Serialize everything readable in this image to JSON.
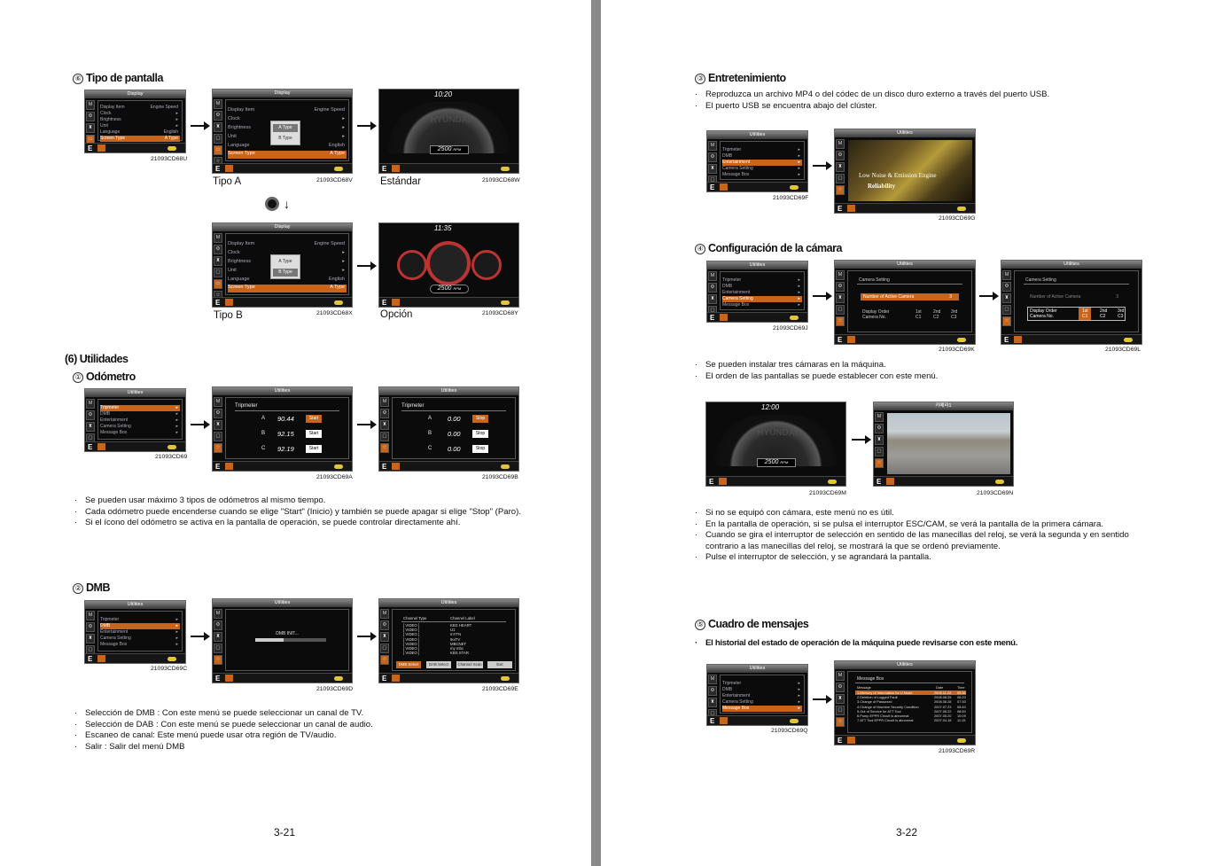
{
  "left_page": {
    "sec_tipo": {
      "num": "⑥",
      "title": "Tipo de pantalla"
    },
    "display_menu": {
      "title": "Display",
      "items": [
        "Display Item",
        "Clock",
        "Brightness",
        "Unit",
        "Language",
        "Screen Type"
      ],
      "values": [
        "Engine Speed",
        "",
        "",
        "",
        "English",
        "A Type"
      ],
      "popup": [
        "A Type",
        "B Type"
      ]
    },
    "codes_tipo": [
      "21093CD68U",
      "21093CD68V",
      "21093CD68W",
      "21093CD68X",
      "21093CD68Y"
    ],
    "captions_tipo": [
      "Tipo A",
      "Estándar",
      "Tipo B",
      "Opción"
    ],
    "clock_a": "10:20",
    "clock_b": "11:35",
    "rpm_value": "2500",
    "rpm_unit": "RPM",
    "sec_util": "(6) Utilidades",
    "sec_odo": {
      "num": "①",
      "title": "Odómetro"
    },
    "utilities_title": "Utilities",
    "util_items": [
      "Tripmeter",
      "DMB",
      "Entertainment",
      "Camera Setting",
      "Message Box"
    ],
    "tripmeter": {
      "label": "Tripmeter",
      "rows": [
        {
          "name": "A",
          "v1": "90.44",
          "v2": "0.00"
        },
        {
          "name": "B",
          "v1": "92.15",
          "v2": "0.00"
        },
        {
          "name": "C",
          "v1": "92.19",
          "v2": "0.00"
        }
      ],
      "start": "Start",
      "stop": "Stop"
    },
    "codes_odo": [
      "21093CD69",
      "21093CD69A",
      "21093CD69B"
    ],
    "bullets_odo": [
      "Se pueden usar máximo 3 tipos de odómetros al mismo tiempo.",
      "Cada odómetro puede encenderse cuando se elige \"Start\" (Inicio) y también se puede apagar si elige \"Stop\" (Paro).",
      "Si el ícono del odómetro se activa en la pantalla de operación, se puede controlar directamente ahí."
    ],
    "sec_dmb": {
      "num": "②",
      "title": "DMB"
    },
    "dmb_init": "DMB INIT...",
    "channel": {
      "header": [
        "Channel Type",
        "Channel Label"
      ],
      "types": [
        "[ VIDEO ]",
        "[ VIDEO ]",
        "[ VIDEO ]",
        "[ VIDEO ]",
        "[ VIDEO ]",
        "[ VIDEO ]",
        "[ VIDEO ]"
      ],
      "labels": [
        "KBS HEART",
        "U1",
        "mYTN",
        "9oiTV",
        "MBCNET",
        "my mbc",
        "KBS STAR"
      ],
      "buttons": [
        "DMB Select",
        "DAB Select",
        "Channel Scan",
        "Exit"
      ]
    },
    "codes_dmb": [
      "21093CD69C",
      "21093CD69D",
      "21093CD69E"
    ],
    "bullets_dmb": [
      "Selección de DMB : Con este menú se puede seleccionar un canal de TV.",
      "Selección de DAB : Con este menú se puede seleccionar un canal de audio.",
      "Escaneo de canal: Este menú puede usar otra región de TV/audio.",
      "Salir : Salir del menú DMB"
    ],
    "page_number": "3-21"
  },
  "right_page": {
    "sec_ent": {
      "num": "③",
      "title": "Entretenimiento"
    },
    "bullets_ent": [
      "Reproduzca un archivo MP4 o del códec de un disco duro externo a través del puerto USB.",
      "El puerto USB se encuentra abajo del clúster."
    ],
    "video_text": [
      "Low Noise & Emission Engine",
      "Reliability"
    ],
    "codes_ent": [
      "21093CD69F",
      "21093CD69G"
    ],
    "sec_cam": {
      "num": "④",
      "title": "Configuración de la cámara"
    },
    "camera": {
      "label": "Camera Setting",
      "active_label": "Number of Active Camera",
      "active_value": "3",
      "order_label": "Display Order",
      "camno_label": "Camera No.",
      "orders": [
        "1st",
        "2nd",
        "3rd"
      ],
      "cams": [
        "C1",
        "C2",
        "C3"
      ]
    },
    "codes_cam": [
      "21093CD69J",
      "21093CD69K",
      "21093CD69L"
    ],
    "bullets_cam1": [
      "Se pueden instalar tres cámaras en la máquina.",
      "El orden de las pantallas se puede establecer con este menú."
    ],
    "clock_c": "12:00",
    "camera_feed_title": "카메라1",
    "codes_cam2": [
      "21093CD69M",
      "21093CD69N"
    ],
    "bullets_cam2": [
      "Si no se equipó con cámara, este menú no es útil.",
      "En la pantalla de operación, si se pulsa el interruptor ESC/CAM, se verá la pantalla de la primera cámara.",
      "Cuando se gira el interruptor de selección en sentido de las manecillas del reloj, se verá la segunda y en sentido contrario a las manecillas del reloj, se mostrará la que se ordenó previamente.",
      "Pulse el interruptor de selección, y se agrandará la pantalla."
    ],
    "sec_msg": {
      "num": "⑤",
      "title": "Cuadro de mensajes"
    },
    "msg_intro": "El historial del estado de operación de la máquina puede revisarse con este menú.",
    "msgbox": {
      "label": "Message Box",
      "header": [
        "Message",
        "Date",
        "Time"
      ],
      "rows": [
        [
          "1.Memory of Information for U Mode",
          "2008.11.24",
          "05:30"
        ],
        [
          "2.Deletion of Logged Fault",
          "2008.08.25",
          "06:20"
        ],
        [
          "3.Change of Password",
          "2008.08.28",
          "07:30"
        ],
        [
          "4.Change of Machine Security Condition",
          "2007.07.23",
          "08:40"
        ],
        [
          "5.Out of Service for ATT Tool",
          "2007.06.22",
          "08:50"
        ],
        [
          "6.Pump EPPR Circuit is abnormal",
          "2007.05.20",
          "10:09"
        ],
        [
          "7.ATT Tool EPPR Circuit is abnormal",
          "2007.04.18",
          "11:15"
        ]
      ]
    },
    "codes_msg": [
      "21093CD69Q",
      "21093CD69R"
    ],
    "page_number": "3-22"
  }
}
